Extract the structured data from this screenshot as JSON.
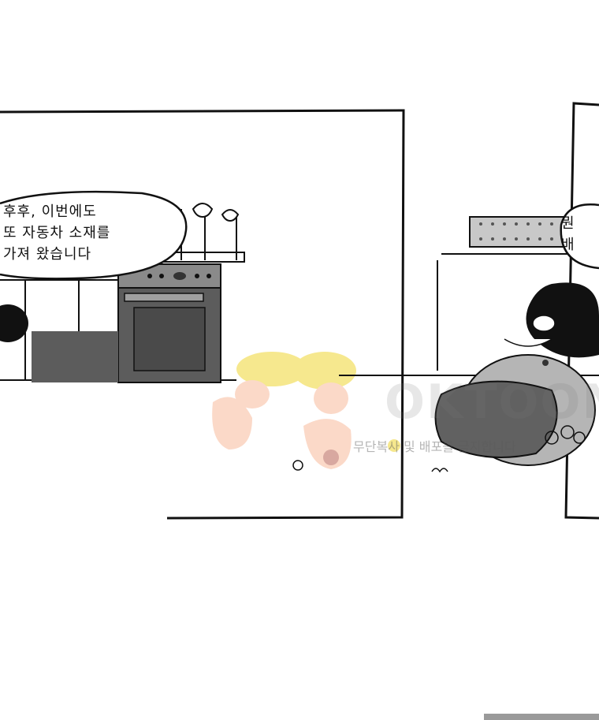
{
  "comic": {
    "bubble_left_lines": "후후, 이번에도\n또 자동차 소재를\n가져 왔습니다",
    "bubble_right_lines": "뭔\n배",
    "watermark_big": "OKTOON",
    "watermark_small": "무단복사 및 배포를 금지합니다"
  },
  "colors": {
    "ink": "#111111",
    "stove": "#5c5c5c",
    "grey_body": "#b5b5b5",
    "dark_body": "#616161",
    "yellow_hair": "#f6e88e",
    "skin": "#fbd9c8"
  }
}
